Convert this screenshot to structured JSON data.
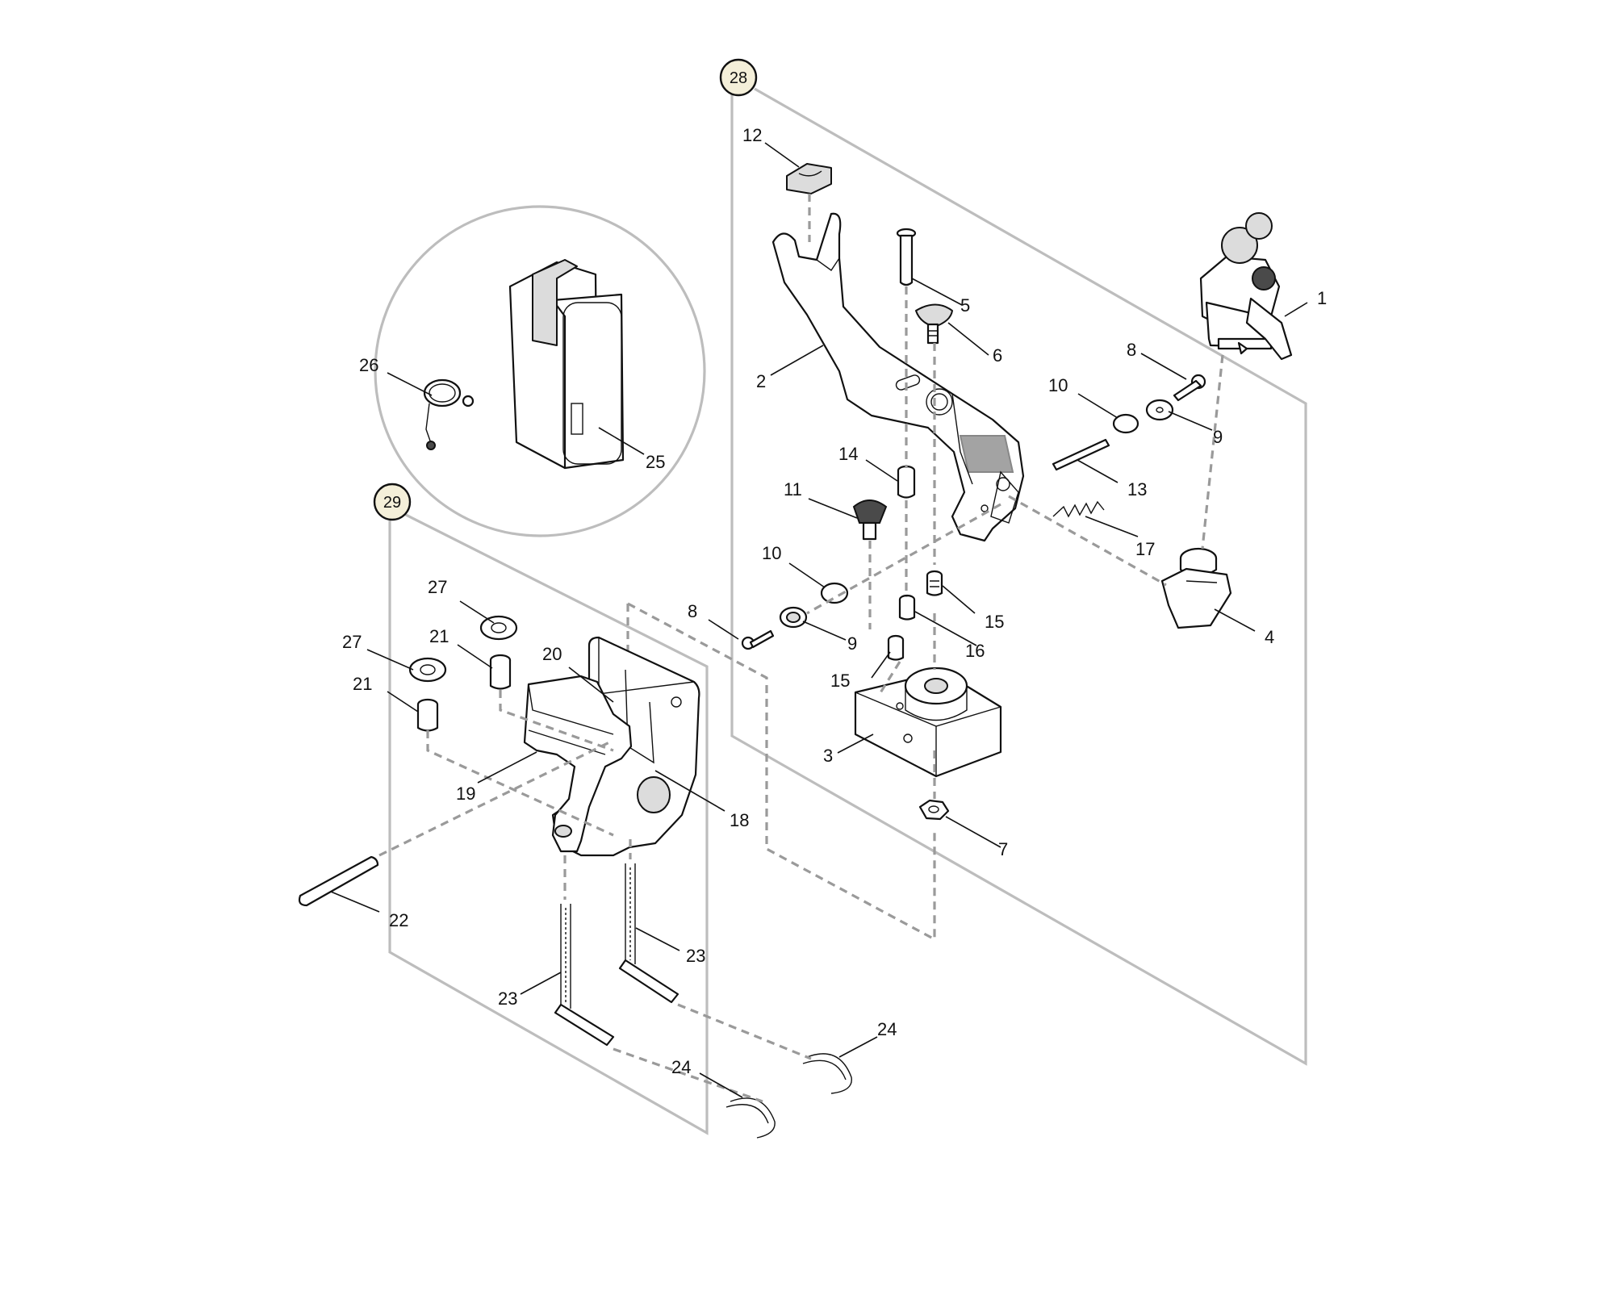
{
  "diagram": {
    "group_markers": [
      {
        "id": "group-28",
        "text": "28"
      },
      {
        "id": "group-29",
        "text": "29"
      }
    ],
    "callouts": [
      {
        "id": "c1",
        "text": "1"
      },
      {
        "id": "c2",
        "text": "2"
      },
      {
        "id": "c3",
        "text": "3"
      },
      {
        "id": "c4",
        "text": "4"
      },
      {
        "id": "c5",
        "text": "5"
      },
      {
        "id": "c6",
        "text": "6"
      },
      {
        "id": "c7",
        "text": "7"
      },
      {
        "id": "c8a",
        "text": "8"
      },
      {
        "id": "c8b",
        "text": "8"
      },
      {
        "id": "c9a",
        "text": "9"
      },
      {
        "id": "c9b",
        "text": "9"
      },
      {
        "id": "c10a",
        "text": "10"
      },
      {
        "id": "c10b",
        "text": "10"
      },
      {
        "id": "c11",
        "text": "11"
      },
      {
        "id": "c12",
        "text": "12"
      },
      {
        "id": "c13",
        "text": "13"
      },
      {
        "id": "c14",
        "text": "14"
      },
      {
        "id": "c15a",
        "text": "15"
      },
      {
        "id": "c15b",
        "text": "15"
      },
      {
        "id": "c16",
        "text": "16"
      },
      {
        "id": "c17",
        "text": "17"
      },
      {
        "id": "c18",
        "text": "18"
      },
      {
        "id": "c19",
        "text": "19"
      },
      {
        "id": "c20",
        "text": "20"
      },
      {
        "id": "c21a",
        "text": "21"
      },
      {
        "id": "c21b",
        "text": "21"
      },
      {
        "id": "c22",
        "text": "22"
      },
      {
        "id": "c23a",
        "text": "23"
      },
      {
        "id": "c23b",
        "text": "23"
      },
      {
        "id": "c24a",
        "text": "24"
      },
      {
        "id": "c24b",
        "text": "24"
      },
      {
        "id": "c25",
        "text": "25"
      },
      {
        "id": "c26",
        "text": "26"
      },
      {
        "id": "c27a",
        "text": "27"
      },
      {
        "id": "c27b",
        "text": "27"
      }
    ]
  }
}
